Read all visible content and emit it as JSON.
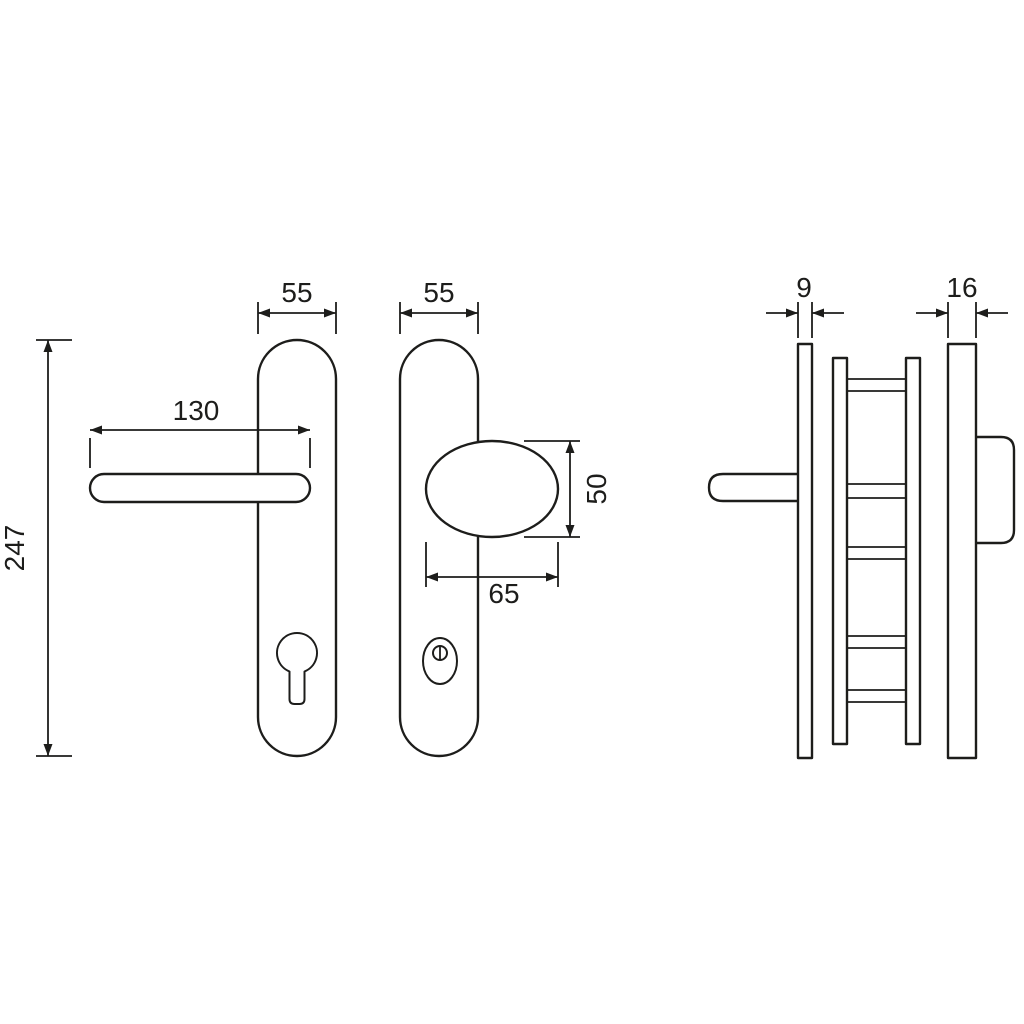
{
  "drawing": {
    "background": "#ffffff",
    "line_color": "#1d1d1b",
    "dimensions": {
      "overall_height": "247",
      "lever_plate_width": "55",
      "knob_plate_width": "55",
      "lever_length": "130",
      "knob_height": "50",
      "knob_width": "65",
      "outer_plate_thickness": "9",
      "inner_plate_thickness": "16"
    }
  }
}
